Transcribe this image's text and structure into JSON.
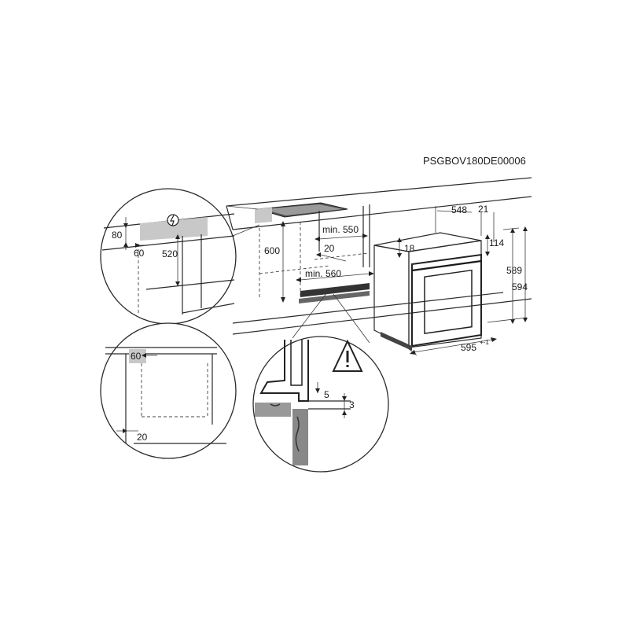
{
  "doc_code": "PSGBOV180DE00006",
  "dims": {
    "d80": "80",
    "d60_top": "60",
    "d520": "520",
    "d600": "600",
    "min550": "min. 550",
    "d20_cab": "20",
    "min560": "min. 560",
    "d548": "548",
    "d21": "21",
    "d114": "114",
    "d18": "18",
    "d589": "589",
    "d594": "594",
    "d595": "595",
    "d595_tol": "+-1",
    "d60_side": "60",
    "d20_side": "20",
    "d5": "5",
    "d3": "3"
  },
  "icons": {
    "power": "power-socket-icon",
    "warning": "warning-triangle-icon"
  }
}
